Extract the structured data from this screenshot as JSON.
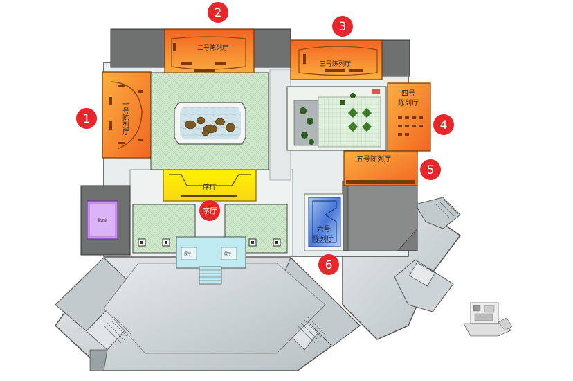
{
  "halls": {
    "hall1": "一号陈列厅",
    "hall2": "二号陈列厅",
    "hall3": "三号陈列厅",
    "hall4_line1": "四号",
    "hall4_line2": "陈列厅",
    "hall5": "五号陈列厅",
    "hall6_line1": "六号",
    "hall6_line2": "陈列厅",
    "preface": "序厅"
  },
  "markers": {
    "m1": "1",
    "m2": "2",
    "m3": "3",
    "m4": "4",
    "m5": "5",
    "m6": "6",
    "preface": "序厅"
  },
  "rooms": {
    "purple_room": "贵宾室",
    "small_left": "展厅",
    "small_right": "展厅"
  },
  "colors": {
    "orange": "#f7941d",
    "yellow": "#fff200",
    "blue": "#4a78d8",
    "green": "#cfe8cc",
    "grey": "#b4bcc0",
    "dark": "#6b6b6b",
    "marker_red": "#e6262a"
  }
}
